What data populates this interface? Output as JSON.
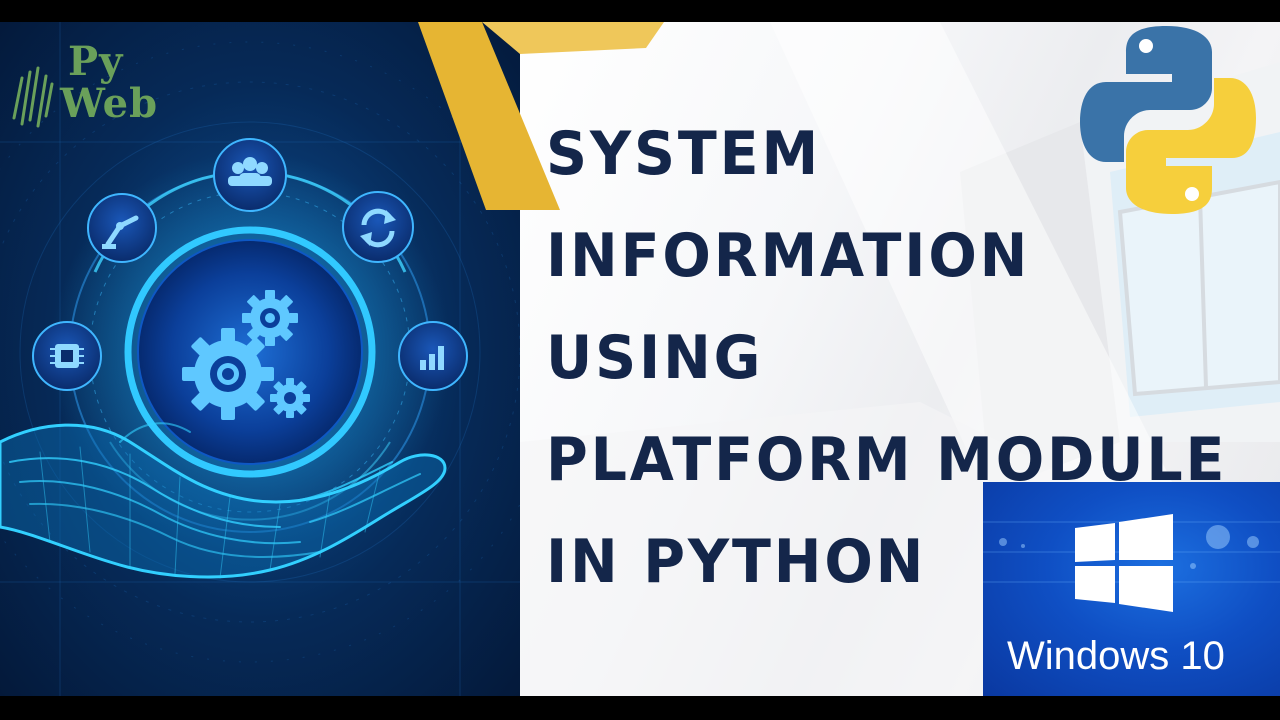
{
  "logo": {
    "line1": "Py",
    "line2": "Web",
    "icon": "barcode-lines-icon"
  },
  "headline": {
    "lines": [
      "SYSTEM",
      "INFORMATION",
      "USING",
      "PLATFORM MODULE",
      "IN PYTHON"
    ]
  },
  "windows_badge": {
    "label": "Windows 10",
    "icon": "windows-logo-icon"
  },
  "python_badge": {
    "icon": "python-logo-icon"
  },
  "tech_illustration": {
    "icons": [
      "users-icon",
      "robot-arm-icon",
      "refresh-icon",
      "chip-icon",
      "bar-chart-icon",
      "gears-icon",
      "hand-icon"
    ]
  },
  "colors": {
    "headline": "#14264a",
    "accent_yellow": "#e8b93a",
    "left_bg": "#062a58",
    "windows_blue": "#0f4fc4",
    "python_blue": "#3a73a8",
    "python_yellow": "#f6cf3c",
    "logo_green": "#6aa05a"
  }
}
